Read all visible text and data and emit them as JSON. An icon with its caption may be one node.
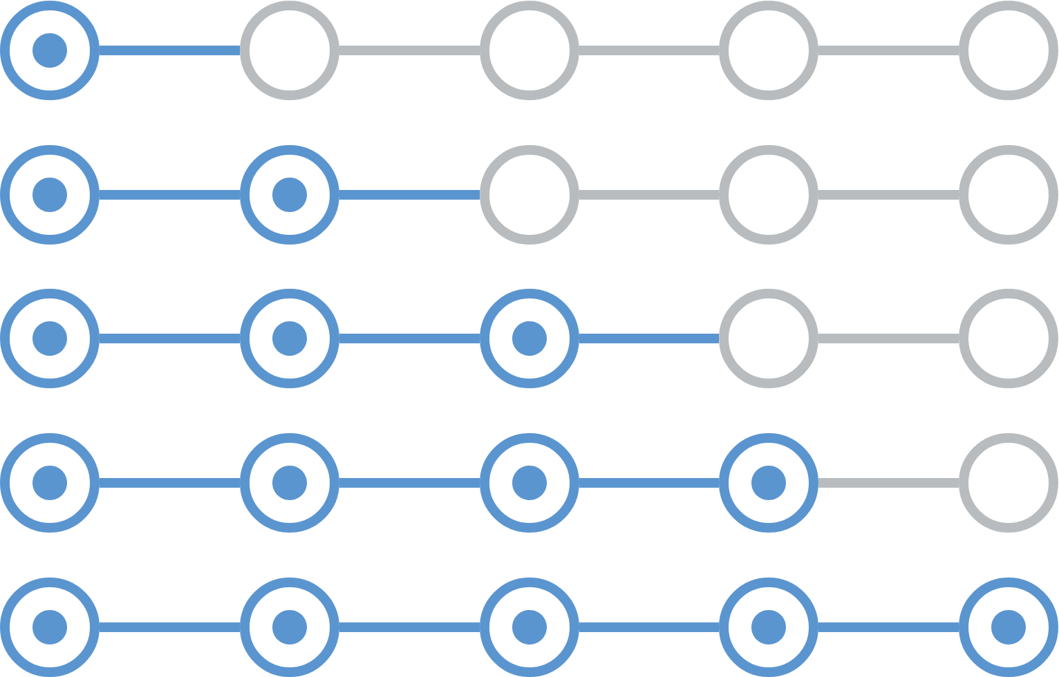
{
  "diagram": {
    "nodes": [
      {
        "text": [],
        "shape": "circle"
      },
      {
        "text": [],
        "shape": "dot",
        "in": 0
      },
      {
        "text": [],
        "shape": "circle"
      },
      {
        "text": [],
        "shape": "circle"
      },
      {
        "text": [],
        "shape": "circle"
      },
      {
        "text": [],
        "shape": "circle"
      },
      {
        "text": [],
        "shape": "circle"
      },
      {
        "text": [],
        "shape": "dot",
        "in": 6
      },
      {
        "text": [],
        "shape": "circle"
      },
      {
        "text": [],
        "shape": "dot",
        "in": 8
      },
      {
        "text": [],
        "shape": "circle"
      },
      {
        "text": [],
        "shape": "circle"
      },
      {
        "text": [],
        "shape": "circle"
      },
      {
        "text": [],
        "shape": "circle"
      },
      {
        "text": [],
        "shape": "dot",
        "in": 13
      },
      {
        "text": [],
        "shape": "circle"
      },
      {
        "text": [],
        "shape": "dot",
        "in": 15
      },
      {
        "text": [],
        "shape": "circle"
      },
      {
        "text": [],
        "shape": "dot",
        "in": 17
      },
      {
        "text": [],
        "shape": "circle"
      },
      {
        "text": [],
        "shape": "circle"
      },
      {
        "text": [],
        "shape": "circle"
      },
      {
        "text": [],
        "shape": "dot",
        "in": 21
      },
      {
        "text": [],
        "shape": "circle"
      },
      {
        "text": [],
        "shape": "dot",
        "in": 23
      },
      {
        "text": [],
        "shape": "circle"
      },
      {
        "text": [],
        "shape": "dot",
        "in": 25
      },
      {
        "text": [],
        "shape": "circle"
      },
      {
        "text": [],
        "shape": "dot",
        "in": 27
      },
      {
        "text": [],
        "shape": "circle"
      },
      {
        "text": [],
        "shape": "circle"
      },
      {
        "text": [],
        "shape": "dot",
        "in": 30
      },
      {
        "text": [],
        "shape": "circle"
      },
      {
        "text": [],
        "shape": "dot",
        "in": 32
      },
      {
        "text": [],
        "shape": "circle"
      },
      {
        "text": [],
        "shape": "dot",
        "in": 34
      },
      {
        "text": [],
        "shape": "circle"
      },
      {
        "text": [],
        "shape": "dot",
        "in": 36
      },
      {
        "text": [],
        "shape": "circle"
      },
      {
        "text": [],
        "shape": "dot",
        "in": 38
      }
    ],
    "edges": [
      {
        "from": 0,
        "to": 2,
        "arrow": "none"
      },
      {
        "from": 2,
        "to": 3,
        "arrow": "none",
        "color": "#b9bcbe"
      },
      {
        "from": 3,
        "to": 4,
        "arrow": "none",
        "color": "#b9bcbe"
      },
      {
        "from": 4,
        "to": 5,
        "arrow": "none",
        "color": "#b9bcbe"
      },
      {
        "from": 6,
        "to": 8,
        "arrow": "none"
      },
      {
        "from": 8,
        "to": 10,
        "arrow": "none"
      },
      {
        "from": 10,
        "to": 11,
        "arrow": "none",
        "color": "#b9bcbe"
      },
      {
        "from": 11,
        "to": 12,
        "arrow": "none",
        "color": "#b9bcbe"
      },
      {
        "from": 13,
        "to": 15,
        "arrow": "none"
      },
      {
        "from": 15,
        "to": 17,
        "arrow": "none"
      },
      {
        "from": 17,
        "to": 19,
        "arrow": "none"
      },
      {
        "from": 19,
        "to": 20,
        "arrow": "none",
        "color": "#b9bcbe"
      },
      {
        "from": 21,
        "to": 23,
        "arrow": "none"
      },
      {
        "from": 23,
        "to": 25,
        "arrow": "none"
      },
      {
        "from": 25,
        "to": 27,
        "arrow": "none"
      },
      {
        "from": 27,
        "to": 29,
        "arrow": "none",
        "color": "#b9bcbe"
      },
      {
        "from": 30,
        "to": 32,
        "arrow": "none"
      },
      {
        "from": 32,
        "to": 34,
        "arrow": "none"
      },
      {
        "from": 34,
        "to": 36,
        "arrow": "none"
      },
      {
        "from": 36,
        "to": 38,
        "arrow": "none"
      }
    ]
  }
}
